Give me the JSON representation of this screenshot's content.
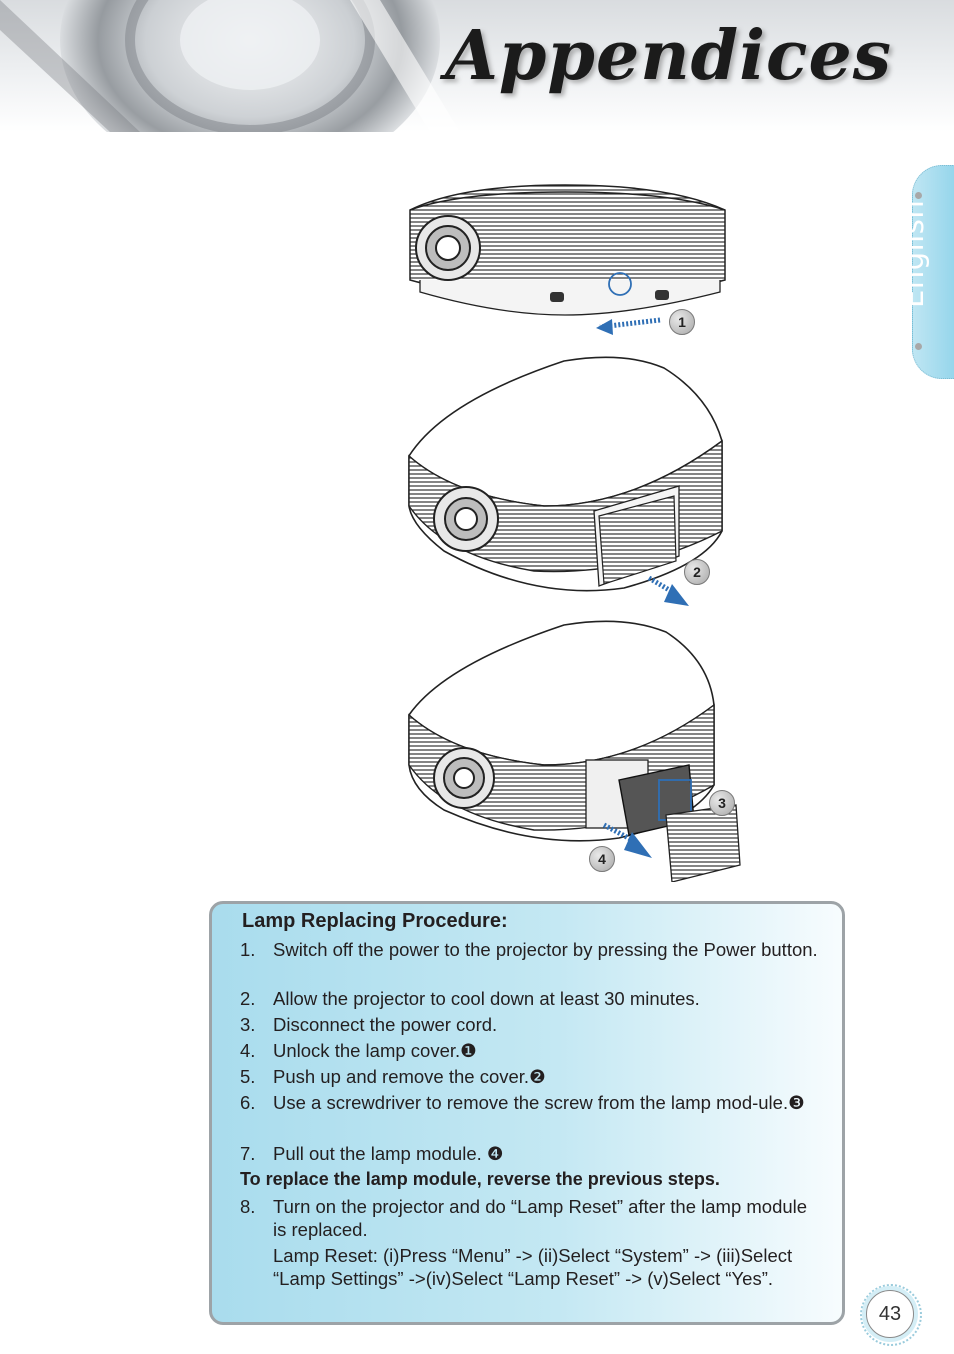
{
  "header": {
    "title": "Appendices"
  },
  "language_tab": {
    "label": "English"
  },
  "figures": {
    "callouts": [
      "1",
      "2",
      "3",
      "4"
    ]
  },
  "procedure": {
    "title": "Lamp Replacing Procedure:",
    "steps": [
      {
        "num": "1.",
        "text": "Switch off the power to the projector by pressing the Power button."
      },
      {
        "num": "2.",
        "text": "Allow the projector to cool down at least 30 minutes."
      },
      {
        "num": "3.",
        "text": "Disconnect the power cord."
      },
      {
        "num": "4.",
        "text": "Unlock the lamp cover.❶"
      },
      {
        "num": "5.",
        "text": "Push up and remove the cover.❷"
      },
      {
        "num": "6.",
        "text": "Use a screwdriver to remove the screw from the lamp mod-ule.❸"
      },
      {
        "num": "7.",
        "text": "Pull out the lamp module. ❹"
      }
    ],
    "reverse_note": "To replace the lamp module, reverse the previous steps.",
    "step8": {
      "num": "8.",
      "text": "Turn on the projector and do “Lamp Reset” after the lamp module is replaced."
    },
    "reset_note": "Lamp Reset: (i)Press “Menu” -> (ii)Select “System” -> (iii)Select “Lamp Settings” ->(iv)Select “Lamp Reset” -> (v)Select “Yes”."
  },
  "page_number": "43",
  "colors": {
    "box_blue": "#a9dced",
    "arrow_blue": "#2f6fb5",
    "tab_blue": "#8fd3ea"
  }
}
